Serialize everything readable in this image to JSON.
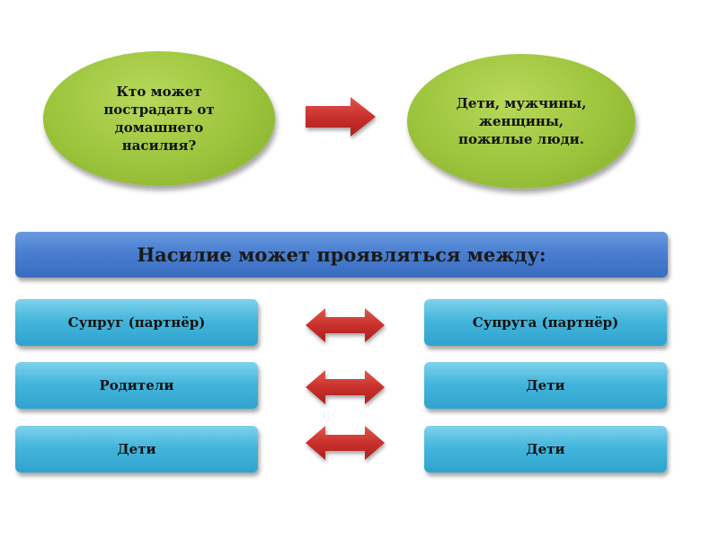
{
  "question": {
    "lines": [
      "Кто может",
      "пострадать от",
      "домашнего",
      "насилия?"
    ]
  },
  "answer": {
    "lines": [
      "Дети, мужчины,",
      "женщины,",
      "пожилые люди."
    ]
  },
  "header": {
    "title": "Насилие может проявляться между:"
  },
  "pairs": [
    {
      "left": "Супруг (партнёр)",
      "right": "Супруга (партнёр)"
    },
    {
      "left": "Родители",
      "right": "Дети"
    },
    {
      "left": "Дети",
      "right": "Дети"
    }
  ],
  "colors": {
    "ellipse": "#9cc43c",
    "header": "#4a7fd0",
    "box": "#44b6dc",
    "arrow": "#c9302c"
  }
}
